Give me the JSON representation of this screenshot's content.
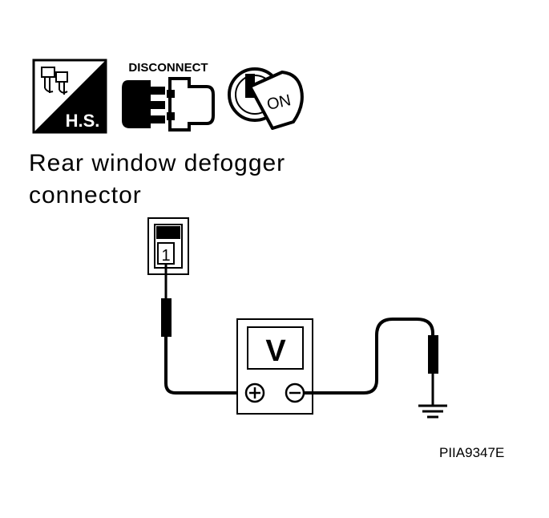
{
  "icons": {
    "hs": {
      "name": "hs-wiring-icon",
      "text": "H.S."
    },
    "disconnect": {
      "name": "disconnect-connector-icon",
      "text": "DISCONNECT"
    },
    "ignition": {
      "name": "ignition-key-on-icon",
      "text": "ON"
    }
  },
  "connector": {
    "title_line1": "Rear window defogger",
    "title_line2": "connector",
    "terminal": "1"
  },
  "meter": {
    "symbol": "V",
    "positive_icon": "plus-terminal-icon",
    "negative_icon": "minus-terminal-icon"
  },
  "ground": {
    "icon": "ground-symbol-icon"
  },
  "figure_code": "PIIA9347E"
}
